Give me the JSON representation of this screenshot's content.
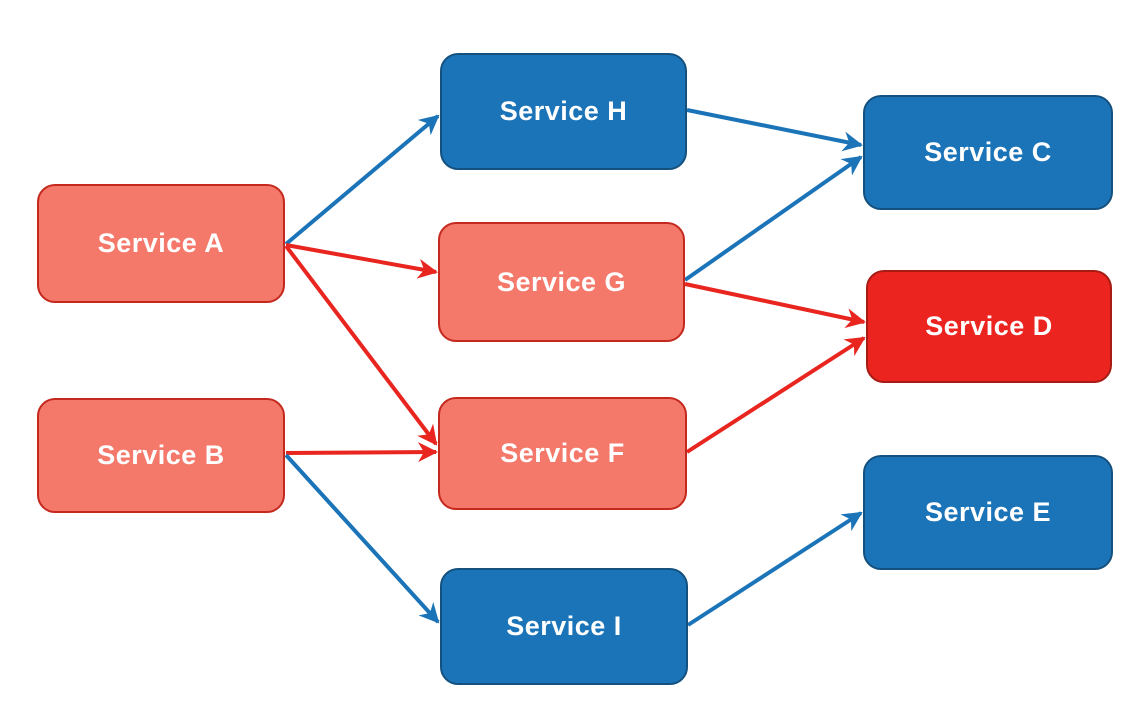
{
  "diagram": {
    "type": "flowchart",
    "background": "#FFFFFF",
    "nodes": [
      {
        "id": "A",
        "label": "Service A",
        "style": "salmon"
      },
      {
        "id": "B",
        "label": "Service B",
        "style": "salmon"
      },
      {
        "id": "H",
        "label": "Service H",
        "style": "blue"
      },
      {
        "id": "G",
        "label": "Service G",
        "style": "salmon"
      },
      {
        "id": "F",
        "label": "Service F",
        "style": "salmon"
      },
      {
        "id": "I",
        "label": "Service I",
        "style": "blue"
      },
      {
        "id": "C",
        "label": "Service C",
        "style": "blue"
      },
      {
        "id": "D",
        "label": "Service D",
        "style": "red"
      },
      {
        "id": "E",
        "label": "Service E",
        "style": "blue"
      }
    ],
    "edges": [
      {
        "from": "A",
        "to": "H",
        "color": "blue"
      },
      {
        "from": "A",
        "to": "G",
        "color": "red"
      },
      {
        "from": "A",
        "to": "F",
        "color": "red"
      },
      {
        "from": "B",
        "to": "F",
        "color": "red"
      },
      {
        "from": "B",
        "to": "I",
        "color": "blue"
      },
      {
        "from": "H",
        "to": "C",
        "color": "blue"
      },
      {
        "from": "G",
        "to": "C",
        "color": "blue"
      },
      {
        "from": "G",
        "to": "D",
        "color": "red"
      },
      {
        "from": "F",
        "to": "D",
        "color": "red"
      },
      {
        "from": "I",
        "to": "E",
        "color": "blue"
      }
    ],
    "colors": {
      "salmon_fill": "#F4796B",
      "salmon_border": "#C5291D",
      "blue_fill": "#1B74B8",
      "blue_border": "#14517E",
      "red_fill": "#EC2420",
      "red_border": "#A61B14",
      "arrow_blue": "#1B74B8",
      "arrow_red": "#E8251E",
      "text": "#FFFFFF"
    }
  }
}
